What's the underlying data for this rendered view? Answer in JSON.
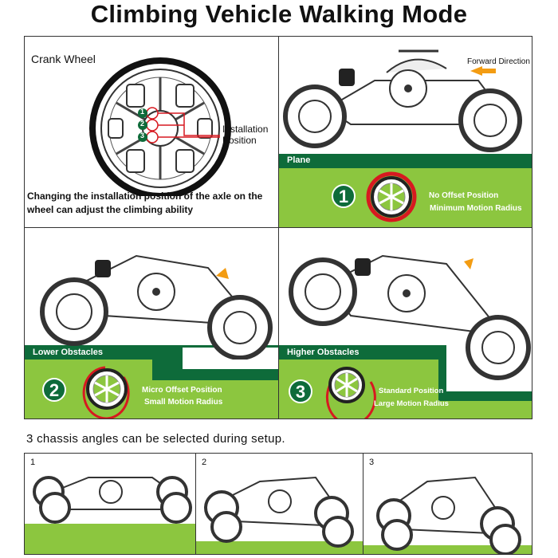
{
  "title": "Climbing Vehicle Walking Mode",
  "crank": {
    "heading": "Crank Wheel",
    "positions": [
      "1",
      "2",
      "3"
    ],
    "install_label": "Installation\nPosition",
    "note": "Changing the installation position of the axle on the wheel can adjust the climbing ability"
  },
  "plane": {
    "direction": "Forward Direction",
    "band": "Plane",
    "num": "1",
    "line1": "No Offset Position",
    "line2": "Minimum Motion Radius"
  },
  "lower": {
    "band": "Lower Obstacles",
    "num": "2",
    "line1": "Micro Offset Position",
    "line2": "Small Motion Radius"
  },
  "higher": {
    "band": "Higher Obstacles",
    "num": "3",
    "line1": "Standard Position",
    "line2": "Large Motion Radius"
  },
  "chassis": {
    "caption": "3 chassis angles can be selected during setup.",
    "panels": [
      "1",
      "2",
      "3"
    ]
  },
  "colors": {
    "dark_green": "#0e6b3a",
    "light_green": "#8cc63f",
    "arrow": "#f39c12",
    "red": "#d71920"
  }
}
